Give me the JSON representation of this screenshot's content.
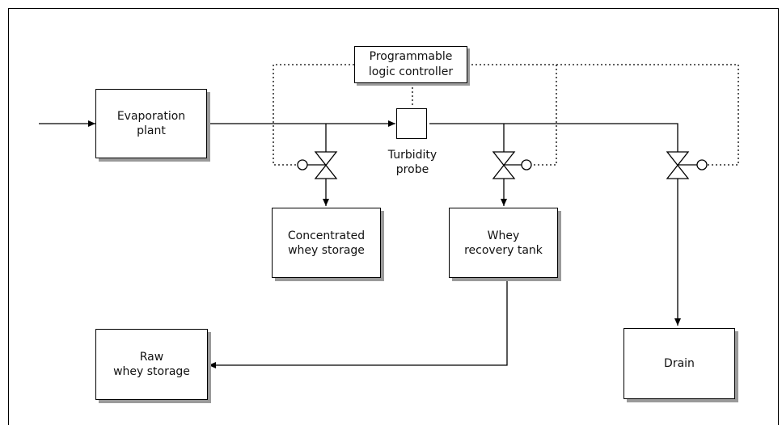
{
  "diagram": {
    "plc": {
      "line1": "Programmable",
      "line2": "logic controller"
    },
    "evaporation_plant": {
      "line1": "Evaporation",
      "line2": "plant"
    },
    "turbidity_probe": {
      "line1": "Turbidity",
      "line2": "probe"
    },
    "concentrated_storage": {
      "line1": "Concentrated",
      "line2": "whey storage"
    },
    "whey_recovery_tank": {
      "line1": "Whey",
      "line2": "recovery tank"
    },
    "raw_whey_storage": {
      "line1": "Raw",
      "line2": "whey storage"
    },
    "drain": {
      "label": "Drain"
    }
  }
}
